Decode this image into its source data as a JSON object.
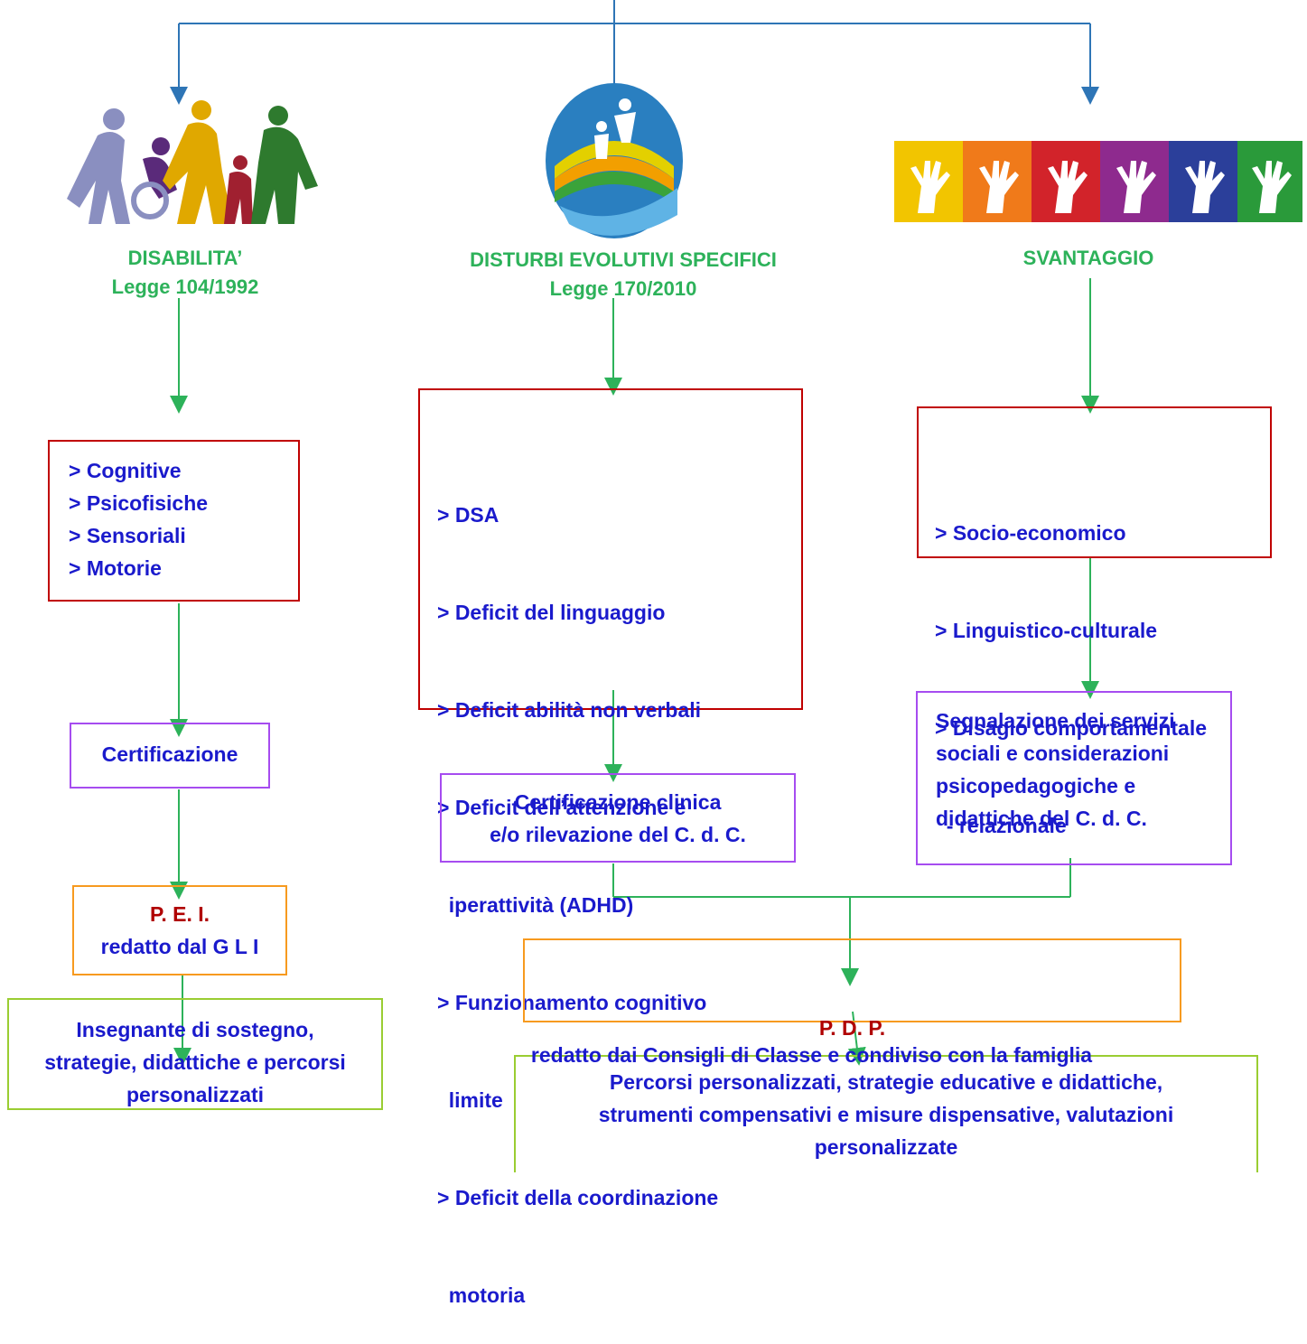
{
  "colors": {
    "top_connector": "#2e75b6",
    "flow_connector": "#2db25a",
    "box_red": "#c00000",
    "box_purple": "#a64cf0",
    "box_orange": "#f79a1f",
    "box_lime": "#9acd32",
    "text_blue": "#1a1acc",
    "text_green": "#2db25a",
    "text_darkred": "#b00000"
  },
  "icons": {
    "disabilita": "family-people-wheelchair-icon",
    "dse": "hand-holding-children-rainbow-icon",
    "svantaggio": "colorful-raised-hands-banner-icon"
  },
  "columns": {
    "disabilita": {
      "title": "DISABILITA’",
      "law": "Legge 104/1992",
      "categories": [
        "> Cognitive",
        "> Psicofisiche",
        "> Sensoriali",
        "> Motorie"
      ],
      "step2": "Certificazione",
      "plan_title": "P. E. I.",
      "plan_sub": "redatto dal G L I",
      "final_lines": [
        "Insegnante di sostegno,",
        "strategie, didattiche e percorsi",
        "personalizzati"
      ]
    },
    "dse": {
      "title": "DISTURBI EVOLUTIVI SPECIFICI",
      "law": "Legge 170/2010",
      "categories": [
        "> DSA",
        "> Deficit del linguaggio",
        "> Deficit abilità non verbali",
        "> Deficit dell’attenzione e",
        "  iperattività (ADHD)",
        "> Funzionamento cognitivo",
        "  limite",
        "> Deficit della coordinazione",
        "  motoria"
      ],
      "step2_lines": [
        "Certificazione clinica",
        "e/o rilevazione del C. d. C."
      ]
    },
    "svantaggio": {
      "title": "SVANTAGGIO",
      "categories": [
        "> Socio-economico",
        "> Linguistico-culturale",
        "> Disagio comportamentale",
        "  - relazionale"
      ],
      "step2_lines": [
        "Segnalazione dei servizi",
        "sociali e considerazioni",
        "psicopedagogiche e",
        "didattiche del C. d. C."
      ]
    }
  },
  "pdp": {
    "title": "P. D. P.",
    "sub": "redatto dai Consigli di Classe e condiviso con la famiglia",
    "final_lines": [
      "Percorsi personalizzati, strategie educative e didattiche,",
      "strumenti compensativi e misure dispensative, valutazioni",
      "personalizzate"
    ]
  }
}
